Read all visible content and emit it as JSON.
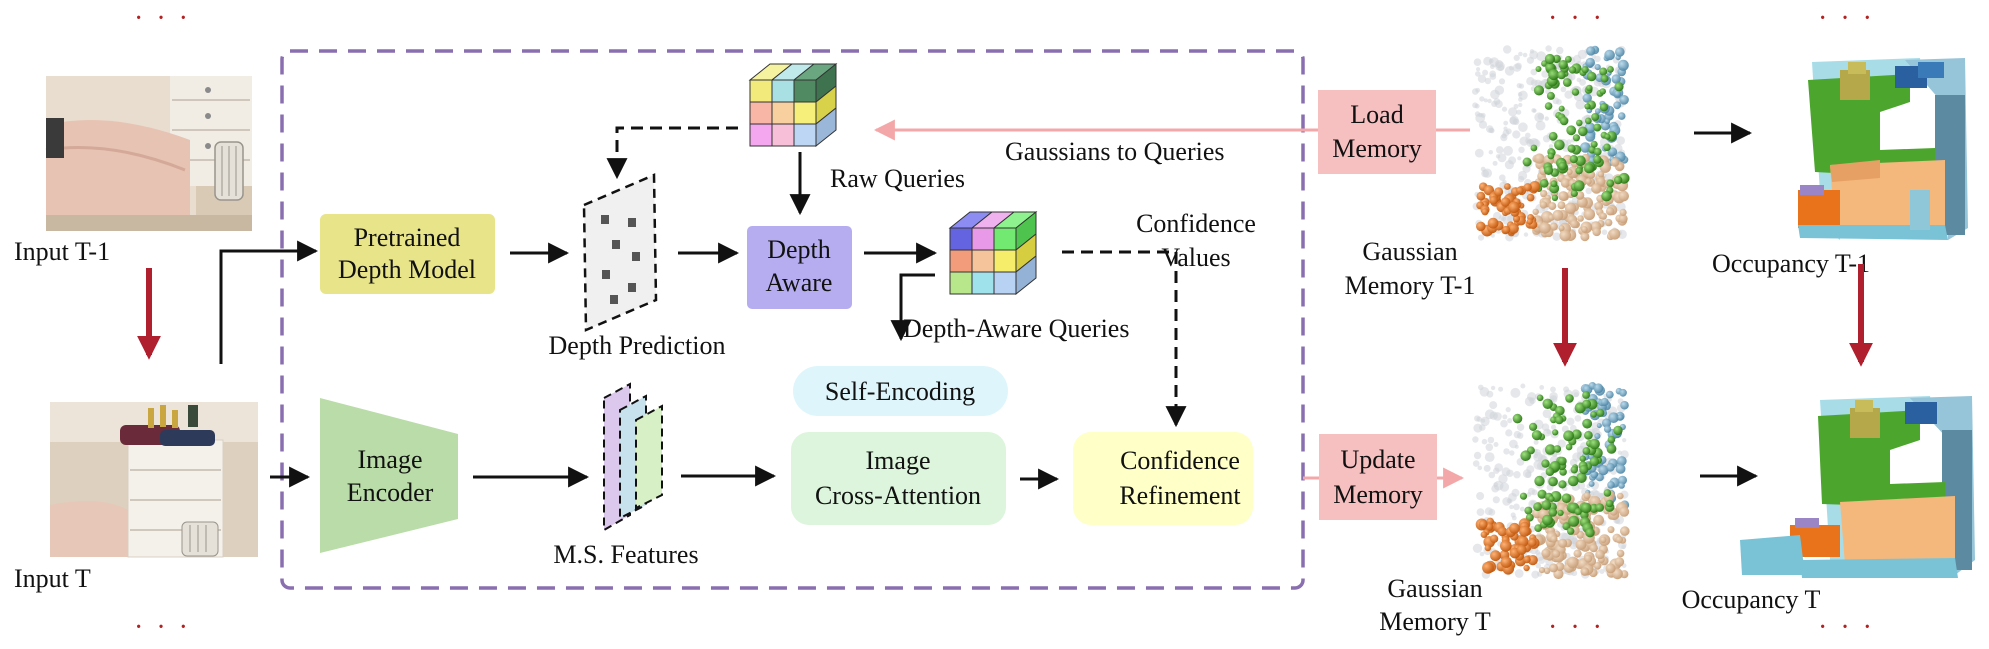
{
  "colors": {
    "dash_border": "#8a6fb0",
    "depth_model_box": "#e8e48a",
    "depth_aware_box": "#b6adf0",
    "image_encoder": "#b9dca8",
    "self_encoding": "#def6fb",
    "cross_attention": "#dcf5dc",
    "confidence_box": "#ffffc8",
    "memory_box": "#f6bfc0",
    "pink_arrow": "#f4a7a8",
    "time_arrow": "#b01f2e"
  },
  "inputs": {
    "prev_label": "Input T-1",
    "curr_label": "Input T",
    "ellipsis": "· · ·"
  },
  "pipeline": {
    "depth_model": [
      "Pretrained",
      "Depth Model"
    ],
    "depth_prediction": "Depth Prediction",
    "raw_queries": "Raw Queries",
    "depth_aware": [
      "Depth",
      "Aware"
    ],
    "depth_aware_queries": "Depth-Aware Queries",
    "confidence_values": [
      "Confidence",
      "Values"
    ],
    "image_encoder": [
      "Image",
      "Encoder"
    ],
    "ms_features": "M.S. Features",
    "self_encoding": "Self-Encoding",
    "cross_attention": [
      "Image",
      "Cross-Attention"
    ],
    "confidence_refinement": [
      "Confidence",
      "Refinement"
    ]
  },
  "memory": {
    "gaussians_to_queries": "Gaussians to Queries",
    "load": [
      "Load",
      "Memory"
    ],
    "update": [
      "Update",
      "Memory"
    ],
    "gaussian_prev": [
      "Gaussian",
      "Memory T-1"
    ],
    "gaussian_curr": [
      "Gaussian",
      "Memory T"
    ]
  },
  "occupancy": {
    "prev_label": "Occupancy T-1",
    "curr_label": "Occupancy T"
  }
}
